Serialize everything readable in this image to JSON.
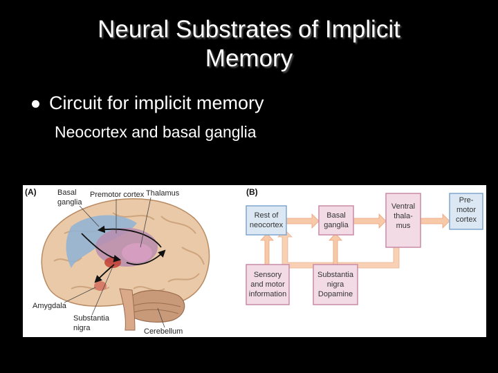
{
  "slide": {
    "title_line1": "Neural Substrates of Implicit",
    "title_line2": "Memory",
    "bullet": "Circuit for implicit memory",
    "subline": "Neocortex and basal ganglia"
  },
  "figure": {
    "panel_a": {
      "label": "(A)",
      "labels": {
        "basal_ganglia_1": "Basal",
        "basal_ganglia_2": "ganglia",
        "premotor_cortex": "Premotor cortex",
        "thalamus": "Thalamus",
        "amygdala": "Amygdala",
        "substantia_nigra_1": "Substantia",
        "substantia_nigra_2": "nigra",
        "cerebellum": "Cerebellum"
      }
    },
    "panel_b": {
      "label": "(B)",
      "boxes": {
        "rest_of_neocortex": [
          "Rest of",
          "neocortex"
        ],
        "basal_ganglia": [
          "Basal",
          "ganglia"
        ],
        "ventral_thalamus": [
          "Ventral",
          "thala-",
          "mus"
        ],
        "premotor_cortex": [
          "Pre-",
          "motor",
          "cortex"
        ],
        "sensory_motor": [
          "Sensory",
          "and motor",
          "information"
        ],
        "substantia_nigra": [
          "Substantia",
          "nigra",
          "Dopamine"
        ]
      }
    },
    "colors": {
      "blue_box": "#dbe7f3",
      "blue_border": "#7fa6cf",
      "pink_box": "#f2dbe4",
      "pink_border": "#c98aa6",
      "arrow_fill": "#f7c9a8"
    }
  }
}
